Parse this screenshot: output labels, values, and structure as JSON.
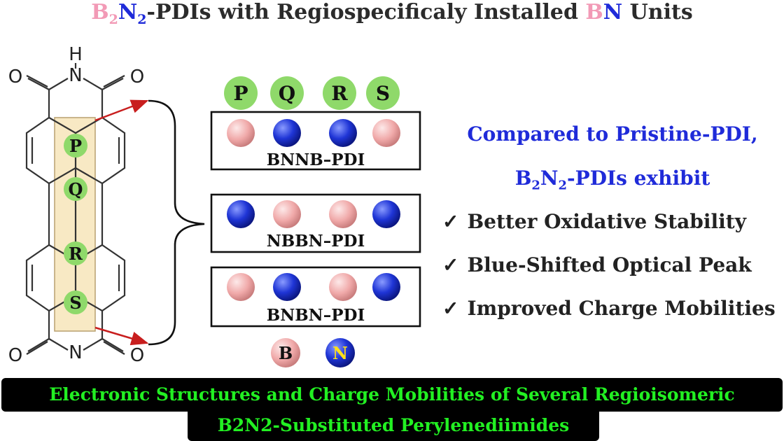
{
  "title": {
    "b": "B",
    "b_sub": "2",
    "n": "N",
    "n_sub": "2",
    "mid": "-PDIs with Regiospecificaly Installed ",
    "b2": "B",
    "n2": "N",
    "end": " Units"
  },
  "molecule": {
    "h_label": "H",
    "n_label": "N",
    "o_label": "O",
    "sites": [
      "P",
      "Q",
      "R",
      "S"
    ]
  },
  "top_labels": [
    "P",
    "Q",
    "R",
    "S"
  ],
  "isomers": [
    {
      "name": "BNNB–PDI",
      "atoms": [
        "B",
        "N",
        "N",
        "B"
      ]
    },
    {
      "name": "NBBN–PDI",
      "atoms": [
        "N",
        "B",
        "B",
        "N"
      ]
    },
    {
      "name": "BNBN–PDI",
      "atoms": [
        "B",
        "N",
        "B",
        "N"
      ]
    }
  ],
  "legend": {
    "b": "B",
    "n": "N"
  },
  "summary": {
    "line1": "Compared to Pristine-PDI,",
    "line2_b": "B",
    "line2_b_sub": "2",
    "line2_n": "N",
    "line2_n_sub": "2",
    "line2_end": "-PDIs exhibit",
    "check_symbol": "✓",
    "benefits": [
      "Better Oxidative Stability",
      "Blue-Shifted Optical Peak",
      "Improved Charge Mobilities"
    ]
  },
  "caption": {
    "line1": "Electronic Structures and Charge Mobilities of Several Regioisomeric",
    "line2": "B2N2-Substituted Perylenediimides"
  },
  "colors": {
    "boron": "#f2b3b3",
    "nitrogen": "#1f35d6",
    "site_green": "#8fd96a",
    "highlight": "#f8e9c4",
    "arrow": "#c81e1e"
  }
}
